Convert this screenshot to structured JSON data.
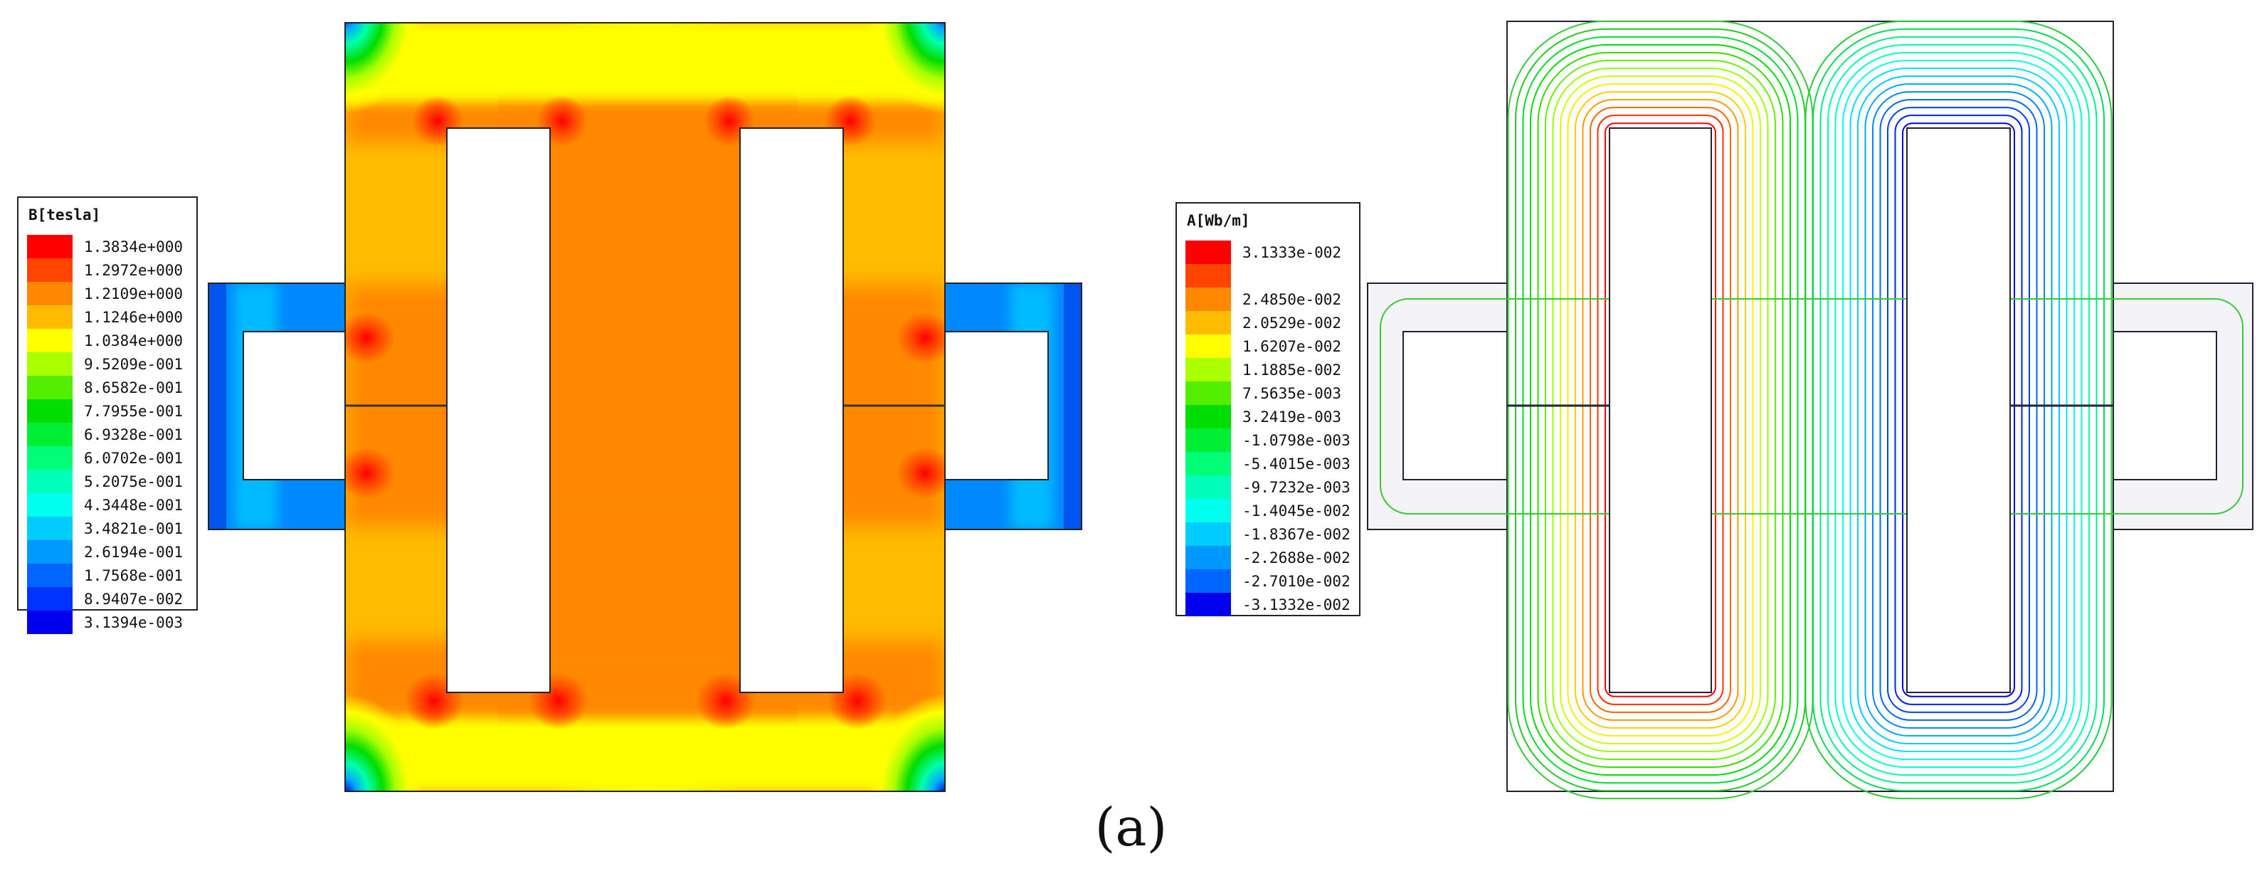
{
  "caption": "(a)",
  "left_legend": {
    "title": "B[tesla]",
    "entries": [
      {
        "label": "1.3834e+000",
        "color": "#ff0000"
      },
      {
        "label": "1.2972e+000",
        "color": "#ff4400"
      },
      {
        "label": "1.2109e+000",
        "color": "#ff8800"
      },
      {
        "label": "1.1246e+000",
        "color": "#ffbb00"
      },
      {
        "label": "1.0384e+000",
        "color": "#ffff00"
      },
      {
        "label": "9.5209e-001",
        "color": "#aaff00"
      },
      {
        "label": "8.6582e-001",
        "color": "#55ee00"
      },
      {
        "label": "7.7955e-001",
        "color": "#00dd00"
      },
      {
        "label": "6.9328e-001",
        "color": "#00ee33"
      },
      {
        "label": "6.0702e-001",
        "color": "#00ff77"
      },
      {
        "label": "5.2075e-001",
        "color": "#00ffbb"
      },
      {
        "label": "4.3448e-001",
        "color": "#00ffee"
      },
      {
        "label": "3.4821e-001",
        "color": "#00ccff"
      },
      {
        "label": "2.6194e-001",
        "color": "#0099ff"
      },
      {
        "label": "1.7568e-001",
        "color": "#0066ff"
      },
      {
        "label": "8.9407e-002",
        "color": "#0033ff"
      },
      {
        "label": "3.1394e-003",
        "color": "#0000ee"
      }
    ]
  },
  "right_legend": {
    "title": "A[Wb/m]",
    "entries": [
      {
        "label": "3.1333e-002",
        "color": "#ff0000"
      },
      {
        "label": "",
        "color": "#ff4400"
      },
      {
        "label": "2.4850e-002",
        "color": "#ff8800"
      },
      {
        "label": "2.0529e-002",
        "color": "#ffbb00"
      },
      {
        "label": "1.6207e-002",
        "color": "#ffff00"
      },
      {
        "label": "1.1885e-002",
        "color": "#aaff00"
      },
      {
        "label": "7.5635e-003",
        "color": "#55ee00"
      },
      {
        "label": "3.2419e-003",
        "color": "#00dd00"
      },
      {
        "label": "-1.0798e-003",
        "color": "#00ee33"
      },
      {
        "label": "-5.4015e-003",
        "color": "#00ff77"
      },
      {
        "label": "-9.7232e-003",
        "color": "#00ffbb"
      },
      {
        "label": "-1.4045e-002",
        "color": "#00ffee"
      },
      {
        "label": "-1.8367e-002",
        "color": "#00ccff"
      },
      {
        "label": "-2.2688e-002",
        "color": "#0099ff"
      },
      {
        "label": "-2.7010e-002",
        "color": "#0066ff"
      },
      {
        "label": "-3.1332e-002",
        "color": "#0000ee"
      }
    ]
  }
}
